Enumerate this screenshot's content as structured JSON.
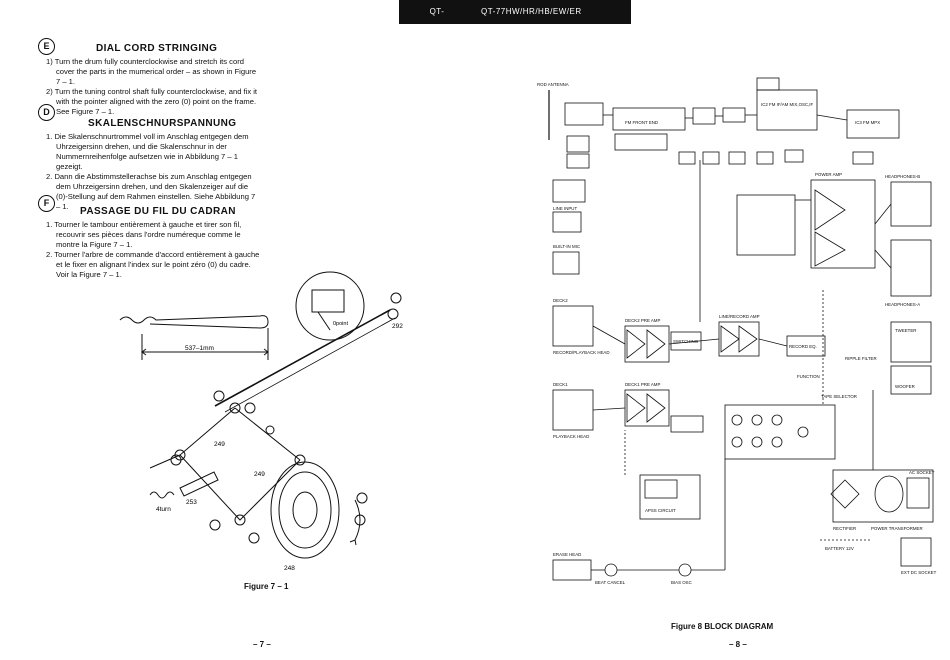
{
  "header": {
    "model_left": "QT-77HW/HR/HB/EW/ER",
    "model_right": "QT-77HW/HR/HB/EW/ER"
  },
  "left_page": {
    "section_e": {
      "mark": "E",
      "title": "DIAL CORD STRINGING",
      "items": [
        "1) Turn the drum fully counterclockwise and stretch its cord cover the parts in the mumerical order – as shown in Figure 7 – 1.",
        "2) Turn the tuning control shaft fully counterclockwise, and fix it with the pointer aligned with the zero (0) point on the frame. See Figure 7 – 1."
      ]
    },
    "section_d": {
      "mark": "D",
      "title": "SKALENSCHNURSPANNUNG",
      "items": [
        "1. Die Skalenschnurtrommel voll im Anschlag entgegen dem Uhrzeigersinn drehen, und die Skalenschnur in der Nummernreihenfolge aufsetzen wie in Abbildung 7 – 1 gezeigt.",
        "2. Dann die Abstimmstellerachse bis zum Anschlag entgegen dem Uhrzeigersinn drehen, und den Skalenzeiger auf die (0)-Stellung auf dem Rahmen einstellen. Siehe Abbildung 7 – 1."
      ]
    },
    "section_f": {
      "mark": "F",
      "title": "PASSAGE DU FIL DU CADRAN",
      "items": [
        "1. Tourner le tambour entièrement à gauche et tirer son fil, recouvrir ses pièces dans l'ordre numéreque comme le montre la Figure 7 – 1.",
        "2. Tourner l'arbre de commande d'accord entièrement à gauche et le fixer en alignant l'index sur le point zéro (0) du cadre. Voir la Figure 7 – 1."
      ]
    },
    "figure": {
      "length_label": "537–1mm",
      "point_label": "0point",
      "labels": [
        "292",
        "249",
        "249",
        "253",
        "4turn",
        "248"
      ],
      "caption": "Figure 7 – 1"
    },
    "page_number": "– 7 –"
  },
  "right_page": {
    "figure_caption": "Figure 8  BLOCK DIAGRAM",
    "page_number": "– 8 –",
    "block_labels": {
      "rod_antenna": "ROD ANTENNA",
      "fm_front_end": "FM FRONT END",
      "ic2": "IC2  FM IF/AM MIX,OSC,IF",
      "ic3": "IC3  FM MPX",
      "power_amp": "POWER AMP",
      "headphones_b": "HEADPHONES-B",
      "headphones_a": "HEADPHONES-A",
      "line_input": "LINE INPUT",
      "built_in_mic": "BUILT-IN MIC",
      "deck2": "DECK2",
      "deck1": "DECK1",
      "rec_pb_head": "RECORD/PLAYBACK HEAD",
      "pb_head": "PLAYBACK HEAD",
      "deck2_pre_amp": "DECK2 PRE AMP",
      "deck1_pre_amp": "DECK1 PRE AMP",
      "line_record_amp": "LINE/RECORD AMP",
      "record_eq": "RECORD EQ.",
      "switching": "SWITCHING",
      "tweeter": "TWEETER",
      "woofer": "WOOFER",
      "erase_head": "ERASE HEAD",
      "beat_cancel": "BEAT CANCEL",
      "bias_osc": "BIAS OSC",
      "aps_circuit": "APSS CIRCUIT",
      "rectifier": "RECTIFIER",
      "power_transformer": "POWER TRANSFORMER",
      "ac_socket": "AC SOCKET",
      "ext_dc": "EXT DC SOCKET",
      "battery": "BATTERY 12V",
      "function": "FUNCTION",
      "ripple_filter": "RIPPLE FILTER",
      "tape_selector": "TAPE SELECTOR"
    }
  }
}
